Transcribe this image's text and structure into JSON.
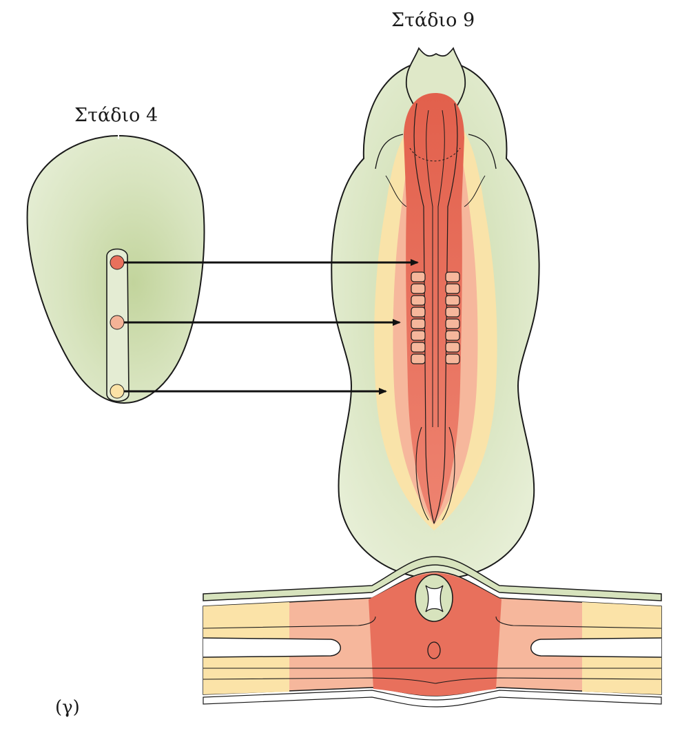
{
  "labels": {
    "stage9": "Στάδιο 9",
    "stage4": "Στάδιο 4",
    "panel": "(γ)"
  },
  "colors": {
    "ectoderm_green": "#d7e3bd",
    "ectoderm_green_dark": "#b9cd93",
    "notochord_red": "#e8705c",
    "somite_salmon": "#f6b79c",
    "lateral_yellow": "#fbe3a8",
    "outline": "#1a1a1a",
    "arrow": "#111111"
  }
}
